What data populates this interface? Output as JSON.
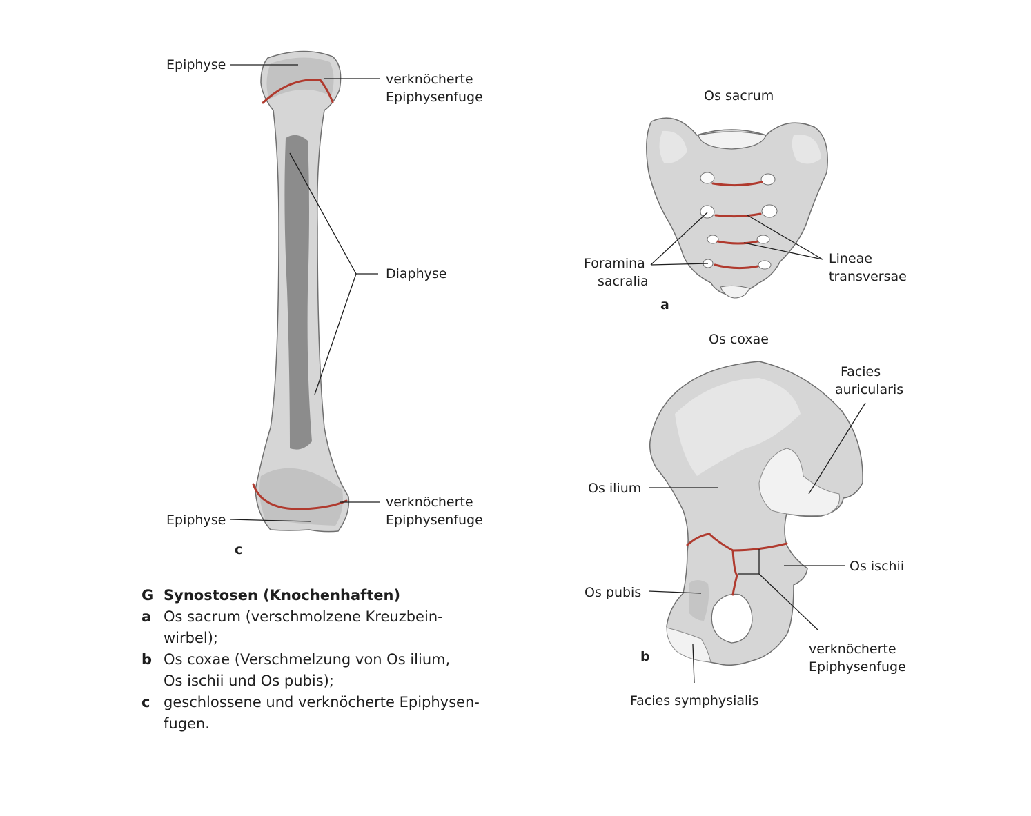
{
  "labels": {
    "epiphyse_top": "Epiphyse",
    "fuge_top_line1": "verknöcherte",
    "fuge_top_line2": "Epiphysenfuge",
    "diaphyse": "Diaphyse",
    "fuge_bottom_line1": "verknöcherte",
    "fuge_bottom_line2": "Epiphysenfuge",
    "epiphyse_bottom": "Epiphyse",
    "panel_c": "c",
    "sacrum_title": "Os sacrum",
    "foramina_line1": "Foramina",
    "foramina_line2": "sacralia",
    "lineae_line1": "Lineae",
    "lineae_line2": "transversae",
    "panel_a": "a",
    "coxae_title": "Os coxae",
    "facies_aur_line1": "Facies",
    "facies_aur_line2": "auricularis",
    "os_ilium": "Os ilium",
    "os_ischii": "Os ischii",
    "os_pubis": "Os pubis",
    "fuge_coxae_line1": "verknöcherte",
    "fuge_coxae_line2": "Epiphysenfuge",
    "panel_b": "b",
    "facies_symph": "Facies symphysialis"
  },
  "caption": {
    "key": "G",
    "title": "Synostosen (Knochenhaften)",
    "items": [
      {
        "key": "a",
        "line1": "Os sacrum (verschmolzene Kreuzbein-",
        "line2": "wirbel);"
      },
      {
        "key": "b",
        "line1": "Os coxae (Verschmelzung von Os ilium,",
        "line2": "Os ischii und Os pubis);"
      },
      {
        "key": "c",
        "line1": "geschlossene und verknöcherte Epiphysen-",
        "line2": "fugen."
      }
    ]
  },
  "colors": {
    "epiphyseal_line": "#b03a2e",
    "bone_fill": "#d6d6d6",
    "marrow": "#8c8c8c"
  }
}
